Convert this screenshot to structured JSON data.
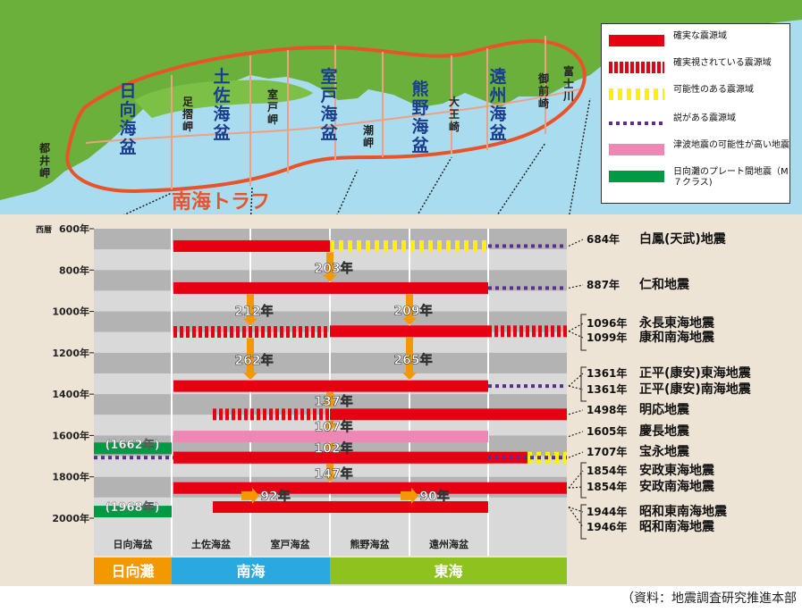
{
  "map": {
    "trough_label": "南海トラフ",
    "basins": [
      "日向海盆",
      "土佐海盆",
      "室戸海盆",
      "熊野海盆",
      "遠州海盆"
    ],
    "capes": [
      "都井岬",
      "足摺岬",
      "室戸岬",
      "潮岬",
      "大王崎",
      "御前崎",
      "富士川"
    ]
  },
  "legend": {
    "items": [
      {
        "label": "確実な震源域",
        "style": "solid-red"
      },
      {
        "label": "確実視されている震源域",
        "style": "hatched-red"
      },
      {
        "label": "可能性のある震源域",
        "style": "dashed-yellow"
      },
      {
        "label": "説がある震源域",
        "style": "dotted-purple"
      },
      {
        "label": "津波地震の可能性が高い地震",
        "style": "solid-pink"
      },
      {
        "label": "日向灘のプレート間地震（M７クラス)",
        "style": "solid-green"
      }
    ]
  },
  "timeline": {
    "era_label": "西暦",
    "axis_ticks": [
      "600年",
      "800年",
      "1000年",
      "1200年",
      "1400年",
      "1600年",
      "1800年",
      "2000年"
    ],
    "columns": [
      "日向海盆",
      "土佐海盆",
      "室戸海盆",
      "熊野海盆",
      "遠州海盆"
    ],
    "regions": [
      {
        "label": "日向灘",
        "color": "#f39800"
      },
      {
        "label": "南海",
        "color": "#29a9e0"
      },
      {
        "label": "東海",
        "color": "#8dc21f"
      }
    ],
    "events": [
      {
        "year_label": "684年",
        "name": "白鳳(天武)地震"
      },
      {
        "year_label": "887年",
        "name": "仁和地震"
      },
      {
        "year_label": "1096年",
        "name": "永長東海地震"
      },
      {
        "year_label": "1099年",
        "name": "康和南海地震"
      },
      {
        "year_label": "1361年",
        "name": "正平(康安)東海地震"
      },
      {
        "year_label": "1361年",
        "name": "正平(康安)南海地震"
      },
      {
        "year_label": "1498年",
        "name": "明応地震"
      },
      {
        "year_label": "1605年",
        "name": "慶長地震"
      },
      {
        "year_label": "1707年",
        "name": "宝永地震"
      },
      {
        "year_label": "1854年",
        "name": "安政東海地震"
      },
      {
        "year_label": "1854年",
        "name": "安政南海地震"
      },
      {
        "year_label": "1944年",
        "name": "昭和東南海地震"
      },
      {
        "year_label": "1946年",
        "name": "昭和南海地震"
      }
    ],
    "intervals": [
      "203年",
      "212年",
      "209年",
      "262年",
      "265年",
      "137年",
      "107年",
      "102年",
      "147年",
      "92年",
      "90年"
    ],
    "hyuga_events": [
      "(1662年)",
      "(1968年)"
    ]
  },
  "source": "（資料：地震調査研究推進本部"
}
